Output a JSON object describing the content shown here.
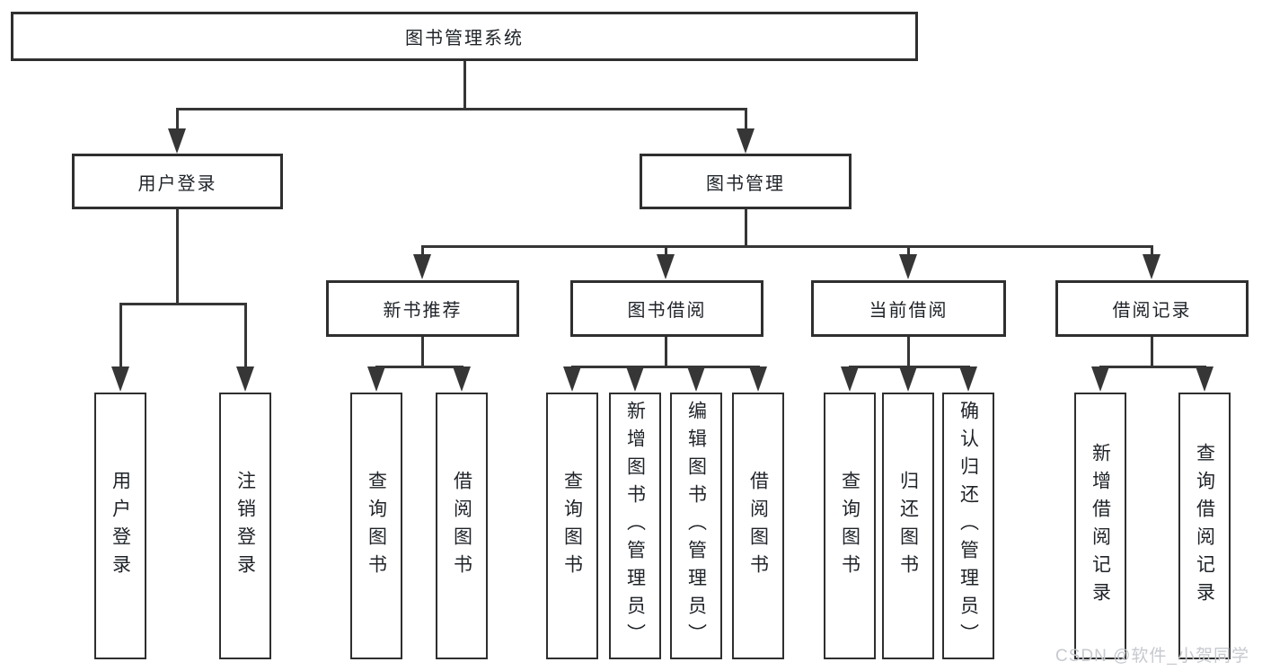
{
  "root": {
    "label": "图书管理系统"
  },
  "level2": {
    "user_login": {
      "label": "用户登录"
    },
    "book_mgmt": {
      "label": "图书管理"
    }
  },
  "level3": {
    "new_book": {
      "label": "新书推荐"
    },
    "book_borrow": {
      "label": "图书借阅"
    },
    "current_borrow": {
      "label": "当前借阅"
    },
    "borrow_record": {
      "label": "借阅记录"
    }
  },
  "leaves": {
    "user_login": {
      "label": "用户登录"
    },
    "logout": {
      "label": "注销登录"
    },
    "newbook_query": {
      "label": "查询图书"
    },
    "newbook_borrow": {
      "label": "借阅图书"
    },
    "borrow_query": {
      "label": "查询图书"
    },
    "borrow_add_admin": {
      "label": "新增图书（管理员）"
    },
    "borrow_edit_admin": {
      "label": "编辑图书（管理员）"
    },
    "borrow_borrow": {
      "label": "借阅图书"
    },
    "current_query": {
      "label": "查询图书"
    },
    "current_return": {
      "label": "归还图书"
    },
    "current_confirm_admin": {
      "label": "确认归还（管理员）"
    },
    "record_add": {
      "label": "新增借阅记录"
    },
    "record_query": {
      "label": "查询借阅记录"
    }
  },
  "watermark": {
    "text": "CSDN @软件_小贺同学"
  },
  "colors": {
    "line": "#363636",
    "box_border": "#2f2f2f",
    "text": "#1f2328",
    "watermark": "#c6c9ce",
    "background": "#ffffff"
  }
}
